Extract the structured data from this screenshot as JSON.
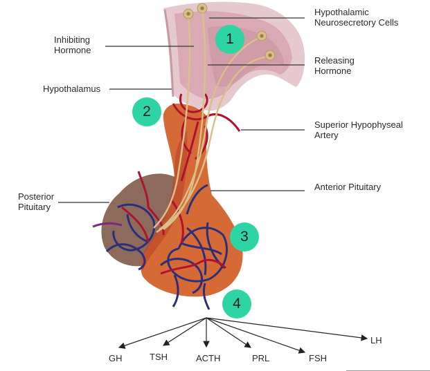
{
  "labels": {
    "neurosecretory": "Hypothalamic\nNeurosecretory Cells",
    "inhibiting": "Inhibiting\nHormone",
    "releasing": "Releasing\nHormone",
    "hypothalamus": "Hypothalamus",
    "superior_artery": "Superior Hypophyseal\nArtery",
    "anterior": "Anterior Pituitary",
    "posterior": "Posterior\nPituitary"
  },
  "steps": [
    "1",
    "2",
    "3",
    "4"
  ],
  "hormones": [
    "GH",
    "TSH",
    "ACTH",
    "PRL",
    "FSH",
    "LH"
  ],
  "colors": {
    "step_badge": "#2ed4a3",
    "artery_red": "#b0122e",
    "vein_blue": "#2b2f7a",
    "anterior_orange": "#d66a36",
    "posterior_brown": "#8c6a5c",
    "hypothalamus_pink": "#e8cdd1",
    "neuron_tan": "#d9c08a"
  }
}
